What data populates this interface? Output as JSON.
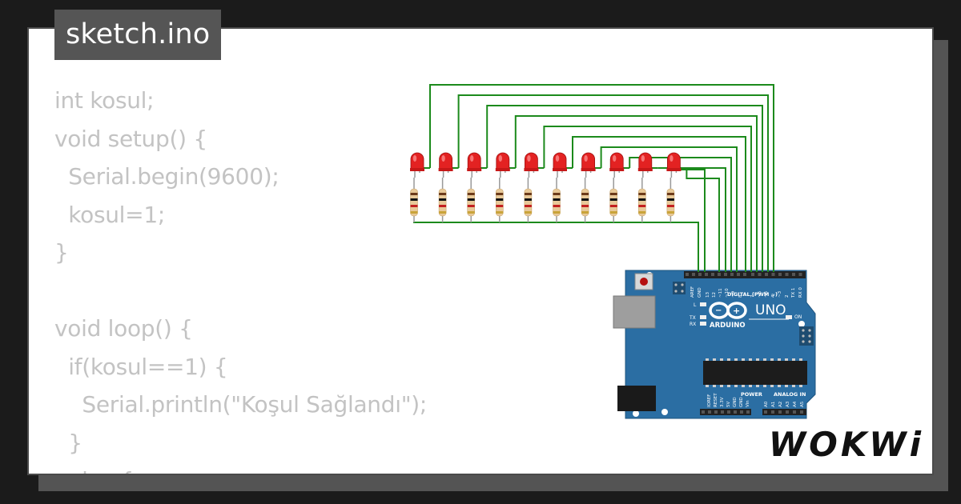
{
  "title": "sketch.ino",
  "code_lines": [
    "int kosul;",
    "void setup() {",
    "  Serial.begin(9600);",
    "  kosul=1;",
    "}",
    "",
    "void loop() {",
    "  if(kosul==1) {",
    "    Serial.println(\"Koşul Sağlandı\");",
    "  }",
    "  else {"
  ],
  "board": {
    "name": "UNO",
    "brand": "ARDUINO",
    "digital_label": "DIGITAL (PWM ~)",
    "power_label": "POWER",
    "analog_label": "ANALOG IN",
    "on_label": "ON",
    "l_label": "L",
    "tx_label": "TX",
    "rx_label": "RX",
    "top_pin_labels": [
      "AREF",
      "GND",
      "13",
      "12",
      "~11",
      "~10",
      "~9",
      "8",
      "7",
      "~6",
      "~5",
      "4",
      "~3",
      "2",
      "TX 1",
      "RX 0"
    ],
    "bottom_pin_labels": [
      "IOREF",
      "RESET",
      "3.3V",
      "5V",
      "GND",
      "GND",
      "Vin",
      "A0",
      "A1",
      "A2",
      "A3",
      "A4",
      "A5"
    ]
  },
  "led_count": 10,
  "colors": {
    "wire": "#1c8a1c",
    "board": "#2b6ea3",
    "led": "#e32222"
  },
  "logo_text": "WOKWi"
}
